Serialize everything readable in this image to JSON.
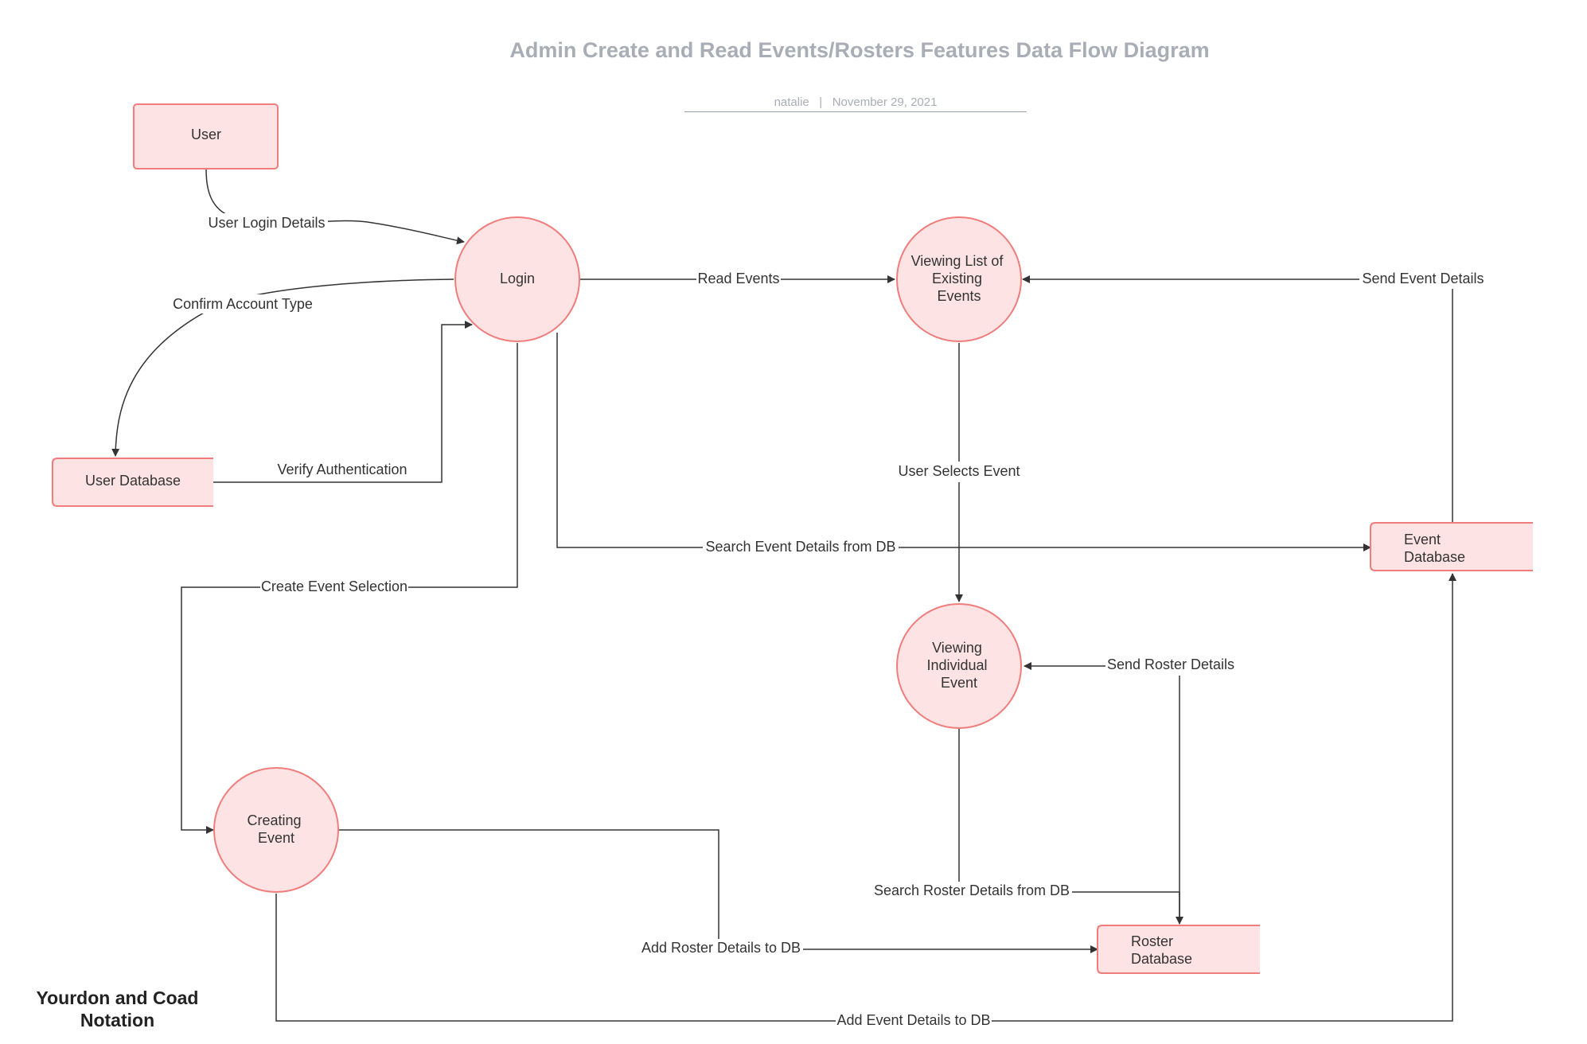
{
  "diagram": {
    "title": "Admin Create and Read Events/Rosters Features Data Flow Diagram",
    "author": "natalie",
    "date": "November 29, 2021",
    "notation": "Yourdon and Coad Notation",
    "colors": {
      "fill": "#fde3e3",
      "stroke": "#f07c7c",
      "line": "#333333",
      "title": "#a8adb6"
    },
    "nodes": {
      "user": "User",
      "login": "Login",
      "user_database": "User Database",
      "viewing_list": [
        "Viewing List of",
        "Existing",
        "Events"
      ],
      "viewing_individual": [
        "Viewing",
        "Individual",
        "Event"
      ],
      "creating_event": [
        "Creating",
        "Event"
      ],
      "event_database": [
        "Event",
        "Database"
      ],
      "roster_database": [
        "Roster",
        "Database"
      ]
    },
    "flows": {
      "user_login_details": "User Login Details",
      "confirm_account_type": "Confirm Account Type",
      "verify_authentication": "Verify Authentication",
      "read_events": "Read Events",
      "send_event_details": "Send Event Details",
      "user_selects_event": "User Selects Event",
      "search_event_details": "Search Event Details from DB",
      "create_event_selection": "Create Event Selection",
      "send_roster_details": "Send Roster Details",
      "search_roster_details": "Search Roster Details from DB",
      "add_roster_details": "Add Roster Details to DB",
      "add_event_details": "Add Event Details to DB"
    }
  }
}
